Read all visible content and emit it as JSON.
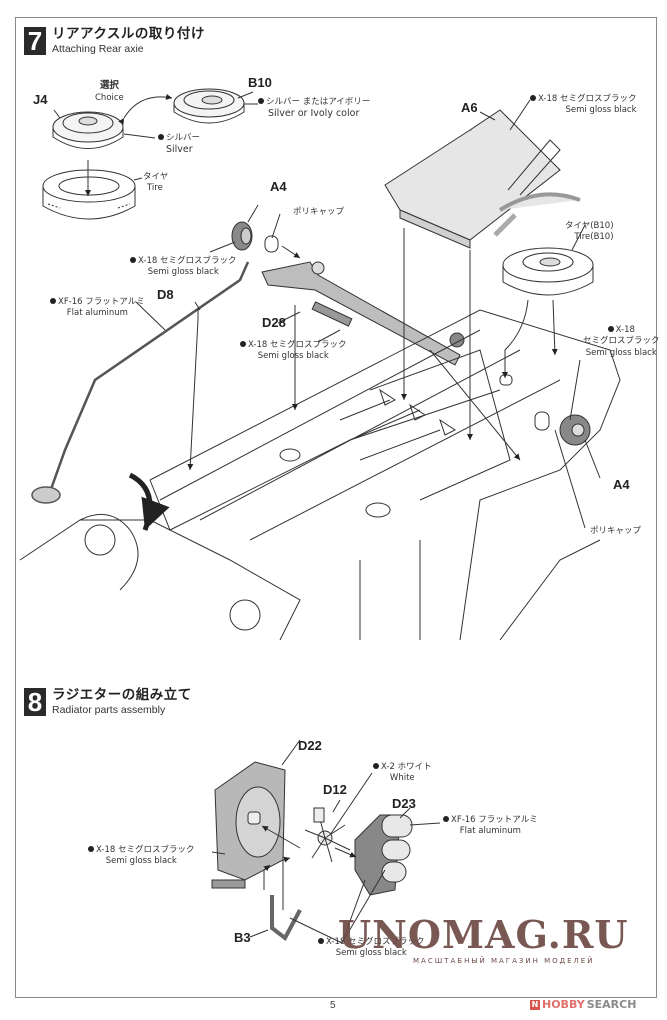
{
  "page": {
    "number": "5"
  },
  "step7": {
    "number": "7",
    "title_jp": "リアアクスルの取り付け",
    "title_en": "Attaching Rear axie",
    "parts": {
      "j4": "J4",
      "b10": "B10",
      "a6": "A6",
      "a4_top": "A4",
      "d8": "D8",
      "d28": "D28",
      "a4_right": "A4"
    },
    "choice": {
      "jp": "選択",
      "en": "Choice"
    },
    "callouts": {
      "b10_color": {
        "jp": "シルバー またはアイボリー",
        "en": "Silver or Ivoly color"
      },
      "j4_color": {
        "jp": "シルバー",
        "en": "Silver"
      },
      "tire": {
        "jp": "タイヤ",
        "en": "Tire"
      },
      "a6_color": {
        "jp": "X-18 セミグロスブラック",
        "en": "Semi gloss black"
      },
      "spare_tire": {
        "jp": "タイヤ(B10)",
        "en": "Tire(B10)"
      },
      "polycap_top": {
        "jp": "ポリキャップ"
      },
      "a4_color": {
        "jp": "X-18 セミグロスブラック",
        "en": "Semi gloss black"
      },
      "d8_color": {
        "jp": "XF-16 フラットアルミ",
        "en": "Flat aluminum"
      },
      "d28_color": {
        "jp": "X-18 セミグロスブラック",
        "en": "Semi gloss black"
      },
      "right_color": {
        "code": "X-18",
        "jp": "セミグロスブラック",
        "en": "Semi gloss black"
      },
      "polycap_right": {
        "jp": "ポリキャップ"
      }
    }
  },
  "step8": {
    "number": "8",
    "title_jp": "ラジエターの組み立て",
    "title_en": "Radiator parts assembly",
    "parts": {
      "d22": "D22",
      "d12": "D12",
      "d23": "D23",
      "b3": "B3"
    },
    "callouts": {
      "d12_color": {
        "jp": "X-2 ホワイト",
        "en": "White"
      },
      "d23_color": {
        "jp": "XF-16 フラットアルミ",
        "en": "Flat aluminum"
      },
      "d22_color": {
        "jp": "X-18 セミグロスブラック",
        "en": "Semi gloss black"
      },
      "b3_color": {
        "jp": "X-18 セミグロスブラック",
        "en": "Semi gloss black"
      }
    }
  },
  "watermark": {
    "text": "UNOMAG.RU",
    "subtitle": "МАСШТАБНЫЙ МАГАЗИН МОДЕЛЕЙ"
  },
  "logo": {
    "mark": "N",
    "hobby": "HOBBY",
    "search": "SEARCH"
  }
}
